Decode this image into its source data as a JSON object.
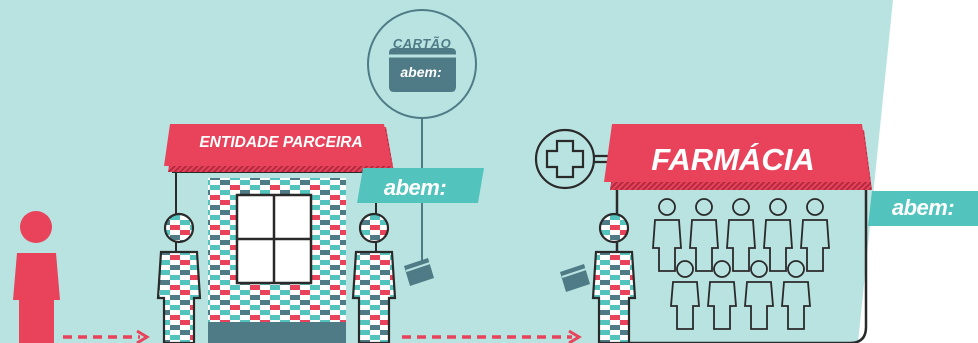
{
  "card": {
    "title": "CARTÃO",
    "brand": "abem:"
  },
  "entity": {
    "label": "ENTIDADE PARCEIRA",
    "brand": "abem:"
  },
  "pharmacy": {
    "label": "FARMÁCIA",
    "brand": "abem:"
  },
  "colors": {
    "background": "#b9e3e1",
    "accent_red": "#e8435b",
    "teal": "#52c4bd",
    "slate": "#4f7b87",
    "outline": "#2a2a2a"
  }
}
